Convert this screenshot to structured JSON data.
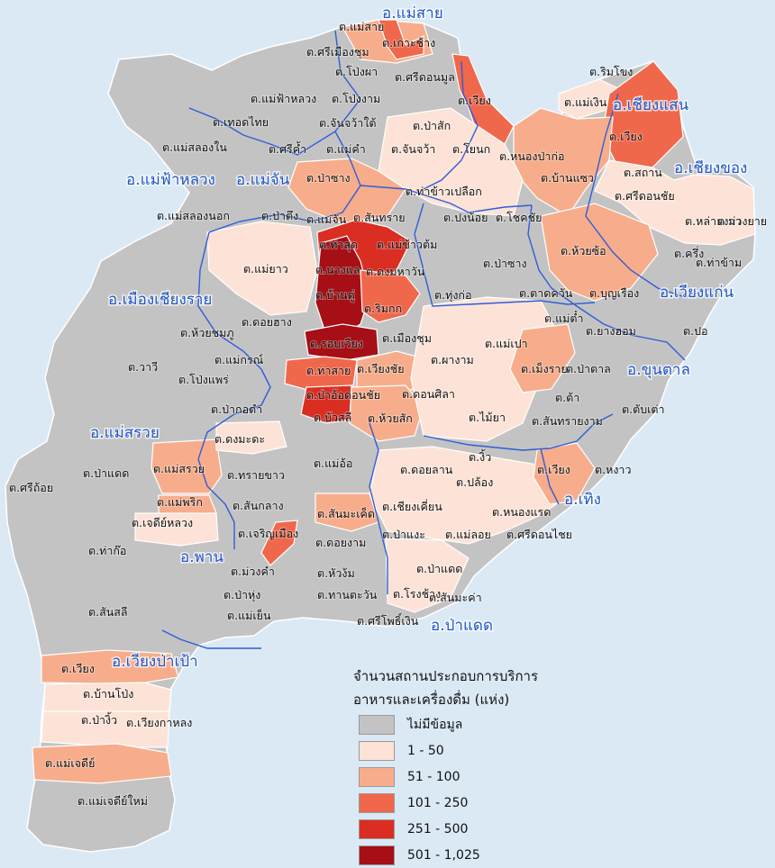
{
  "legend": {
    "title_line1": "จำนวนสถานประกอบการบริการ",
    "title_line2": "อาหารและเครื่องดื่ม (แห่ง)",
    "classes": [
      {
        "label": "ไม่มีข้อมูล",
        "color": "#c3c3c3"
      },
      {
        "label": "1 - 50",
        "color": "#fde3d7"
      },
      {
        "label": "51 - 100",
        "color": "#f7ad8b"
      },
      {
        "label": "101 - 250",
        "color": "#f0684c"
      },
      {
        "label": "251 - 500",
        "color": "#da2e22"
      },
      {
        "label": "501 - 1,025",
        "color": "#a50f15"
      }
    ]
  },
  "districts": [
    {
      "name": "อ.แม่สาย"
    },
    {
      "name": "อ.เชียงแสน"
    },
    {
      "name": "อ.เชียงของ"
    },
    {
      "name": "อ.แม่ฟ้าหลวง"
    },
    {
      "name": "อ.แม่จัน"
    },
    {
      "name": "อ.เมืองเชียงราย"
    },
    {
      "name": "อ.เวียงแก่น"
    },
    {
      "name": "อ.ขุนตาล"
    },
    {
      "name": "อ.แม่สรวย"
    },
    {
      "name": "อ.เทิง"
    },
    {
      "name": "อ.พาน"
    },
    {
      "name": "อ.ป่าแดด"
    },
    {
      "name": "อ.เวียงป่าเป้า"
    }
  ],
  "subdistricts": [
    {
      "name": "ต.แม่สาย",
      "class": 1
    },
    {
      "name": "ต.ศรีเมืองชุม",
      "class": 2
    },
    {
      "name": "ต.เกาะช้าง",
      "class": 2
    },
    {
      "name": "ต.โป่งผา",
      "class": 0
    },
    {
      "name": "ต.ศรีดอนมูล",
      "class": 1
    },
    {
      "name": "ต.เวียง",
      "class": 3
    },
    {
      "name": "ต.ริมโขง",
      "class": 0
    },
    {
      "name": "ต.แม่ฟ้าหลวง",
      "class": 0
    },
    {
      "name": "ต.โป่งงาม",
      "class": 0
    },
    {
      "name": "ต.แม่เงิน",
      "class": 1
    },
    {
      "name": "ต.เวียง",
      "class": 3
    },
    {
      "name": "ต.เทอดไทย",
      "class": 0
    },
    {
      "name": "ต.จันจว้าใต้",
      "class": 0
    },
    {
      "name": "ต.ป่าสัก",
      "class": 1
    },
    {
      "name": "ต.แม่สลองใน",
      "class": 0
    },
    {
      "name": "ต.ศรีค้ำ",
      "class": 0
    },
    {
      "name": "ต.แม่คำ",
      "class": 0
    },
    {
      "name": "ต.จันจว้า",
      "class": 1
    },
    {
      "name": "ต.โยนก",
      "class": 1
    },
    {
      "name": "ต.หนองป่าก่อ",
      "class": 2
    },
    {
      "name": "ต.ป่าซาง",
      "class": 2
    },
    {
      "name": "ต.บ้านแซว",
      "class": 2
    },
    {
      "name": "ต.สถาน",
      "class": 0
    },
    {
      "name": "ต.ท่าข้าวเปลือก",
      "class": 1
    },
    {
      "name": "ต.ศรีดอนชัย",
      "class": 1
    },
    {
      "name": "ต.แม่สลองนอก",
      "class": 0
    },
    {
      "name": "ต.ป่าตึง",
      "class": 0
    },
    {
      "name": "ต.แม่จัน",
      "class": 2
    },
    {
      "name": "ต.สันทราย",
      "class": 2
    },
    {
      "name": "ต.ปงน้อย",
      "class": 0
    },
    {
      "name": "ต.โชคชัย",
      "class": 0
    },
    {
      "name": "ต.หล่ายงาว",
      "class": 1
    },
    {
      "name": "ต.ม่วงยาย",
      "class": 1
    },
    {
      "name": "ต.ท่าสุด",
      "class": 4
    },
    {
      "name": "ต.แม่ข้าวต้ม",
      "class": 3
    },
    {
      "name": "ต.ห้วยซ้อ",
      "class": 2
    },
    {
      "name": "ต.ครึ่ง",
      "class": 1
    },
    {
      "name": "ต.แม่ยาว",
      "class": 1
    },
    {
      "name": "ต.นางแล",
      "class": 4
    },
    {
      "name": "ต.ดงมหาวัน",
      "class": 1
    },
    {
      "name": "ต.ป่าซาง",
      "class": 0
    },
    {
      "name": "ต.ท่าข้าม",
      "class": 0
    },
    {
      "name": "ต.บ้านดู่",
      "class": 5
    },
    {
      "name": "ต.ทุ่งก่อ",
      "class": 1
    },
    {
      "name": "ต.ตาดควัน",
      "class": 0
    },
    {
      "name": "ต.บุญเรือง",
      "class": 1
    },
    {
      "name": "ต.ดอยฮาง",
      "class": 1
    },
    {
      "name": "ต.ริมกก",
      "class": 3
    },
    {
      "name": "ต.แม่ต๋ำ",
      "class": 0
    },
    {
      "name": "ต.ยางฮอม",
      "class": 1
    },
    {
      "name": "ต.ปอ",
      "class": 0
    },
    {
      "name": "ต.ห้วยชมภู",
      "class": 0
    },
    {
      "name": "ต.รอบเวียง",
      "class": 5
    },
    {
      "name": "ต.เมืองชุม",
      "class": 1
    },
    {
      "name": "ต.แม่เปา",
      "class": 1
    },
    {
      "name": "ต.แม่กรณ์",
      "class": 0
    },
    {
      "name": "ต.ผางาม",
      "class": 0
    },
    {
      "name": "ต.วาวี",
      "class": 0
    },
    {
      "name": "ต.ท่าสาย",
      "class": 3
    },
    {
      "name": "ต.เวียงชัย",
      "class": 2
    },
    {
      "name": "ต.เม็งราย",
      "class": 2
    },
    {
      "name": "ต.ป่าตาล",
      "class": 1
    },
    {
      "name": "ต.โป่งแพร่",
      "class": 0
    },
    {
      "name": "ต.ป่าอ้อดอนชัย",
      "class": 3
    },
    {
      "name": "ต.ดอนศิลา",
      "class": 1
    },
    {
      "name": "ต.ต้า",
      "class": 1
    },
    {
      "name": "ต.ป่ากอดำ",
      "class": 0
    },
    {
      "name": "ต.ไม้ยา",
      "class": 1
    },
    {
      "name": "ต.บัวสลี",
      "class": 4
    },
    {
      "name": "ต.ห้วยสัก",
      "class": 2
    },
    {
      "name": "ต.สันทรายงาม",
      "class": 1
    },
    {
      "name": "ต.ตับเต่า",
      "class": 0
    },
    {
      "name": "ต.ดงมะดะ",
      "class": 1
    },
    {
      "name": "ต.งิ้ว",
      "class": 1
    },
    {
      "name": "ต.แม่อ้อ",
      "class": 0
    },
    {
      "name": "ต.แม่สรวย",
      "class": 2
    },
    {
      "name": "ต.ทรายขาว",
      "class": 0
    },
    {
      "name": "ต.ดอยลาน",
      "class": 1
    },
    {
      "name": "ต.เวียง",
      "class": 2
    },
    {
      "name": "ต.หงาว",
      "class": 1
    },
    {
      "name": "ต.ป่าแดด",
      "class": 0
    },
    {
      "name": "ต.ปล้อง",
      "class": 1
    },
    {
      "name": "ต.ศรีถ้อย",
      "class": 0
    },
    {
      "name": "ต.แม่พริก",
      "class": 2
    },
    {
      "name": "ต.สันกลาง",
      "class": 0
    },
    {
      "name": "ต.สันมะเค็ด",
      "class": 2
    },
    {
      "name": "ต.เชียงเคี่ยน",
      "class": 1
    },
    {
      "name": "ต.หนองแรด",
      "class": 1
    },
    {
      "name": "ต.เจดีย์หลวง",
      "class": 1
    },
    {
      "name": "ต.เจริญเมือง",
      "class": 3
    },
    {
      "name": "ต.ดอยงาม",
      "class": 0
    },
    {
      "name": "ต.ป่าแงะ",
      "class": 0
    },
    {
      "name": "ต.แม่ลอย",
      "class": 0
    },
    {
      "name": "ต.ศรีดอนไชย",
      "class": 0
    },
    {
      "name": "ต.ท่าก๊อ",
      "class": 0
    },
    {
      "name": "ต.ม่วงคำ",
      "class": 0
    },
    {
      "name": "ต.หัวง้ม",
      "class": 0
    },
    {
      "name": "ต.ป่าแดด",
      "class": 1
    },
    {
      "name": "ต.ป่าหุ่ง",
      "class": 0
    },
    {
      "name": "ต.ทานตะวัน",
      "class": 0
    },
    {
      "name": "ต.โรงช้าง",
      "class": 1
    },
    {
      "name": "ต.สันมะค่า",
      "class": 1
    },
    {
      "name": "ต.แม่เย็น",
      "class": 0
    },
    {
      "name": "ต.ศรีโพธิ์เงิน",
      "class": 0
    },
    {
      "name": "ต.สันสลี",
      "class": 0
    },
    {
      "name": "ต.เวียง",
      "class": 2
    },
    {
      "name": "ต.บ้านโป่ง",
      "class": 1
    },
    {
      "name": "ต.ป่างิ้ว",
      "class": 1
    },
    {
      "name": "ต.เวียงกาหลง",
      "class": 1
    },
    {
      "name": "ต.แม่เจดีย์",
      "class": 2
    },
    {
      "name": "ต.แม่เจดีย์ใหม่",
      "class": 0
    }
  ]
}
